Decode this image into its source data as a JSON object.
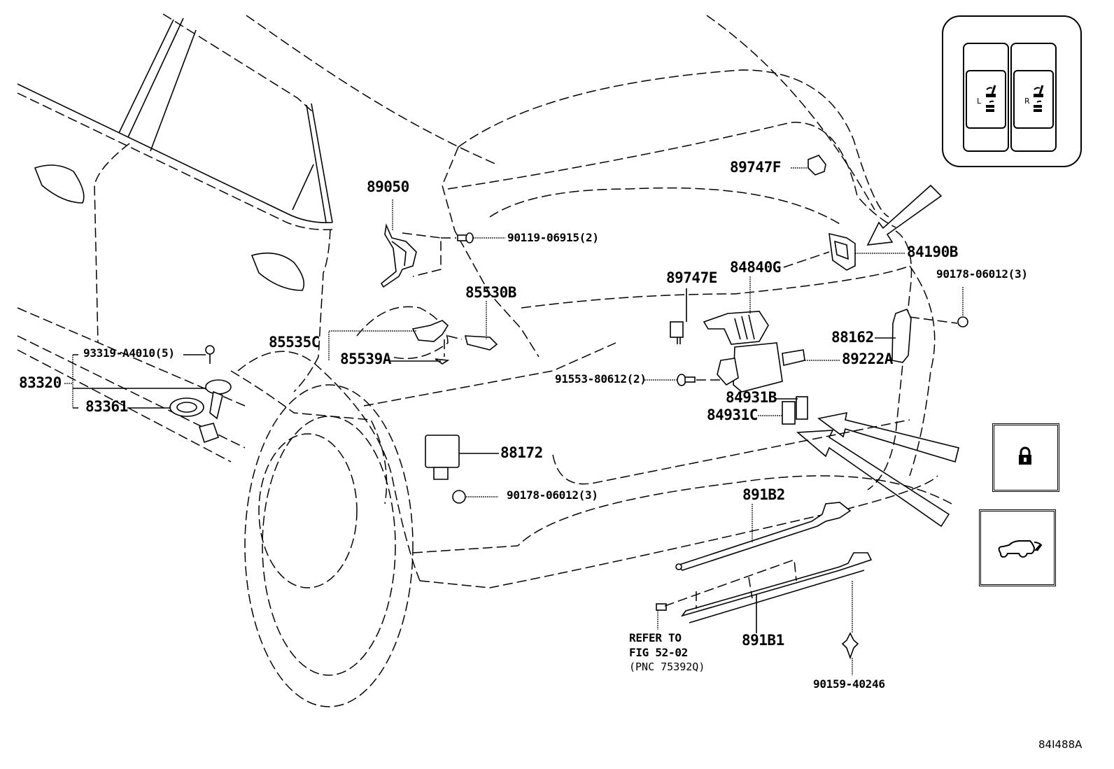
{
  "diagram": {
    "type": "parts-exploded-view",
    "figure_code": "84I488A",
    "labels": {
      "p89050": "89050",
      "p90119": "90119-06915(2)",
      "p89747F": "89747F",
      "p84190B": "84190B",
      "p90178a": "90178-06012(3)",
      "p89747E": "89747E",
      "p84840G": "84840G",
      "p85530B": "85530B",
      "p85535C": "85535C",
      "p85539A": "85539A",
      "p88162": "88162",
      "p93319": "93319-A4010(5)",
      "p83320": "83320",
      "p83361": "83361",
      "p91553": "91553-80612(2)",
      "p89222A": "89222A",
      "p84931B": "84931B",
      "p84931C": "84931C",
      "p88172": "88172",
      "p90178b": "90178-06012(3)",
      "p891B2": "891B2",
      "p891B1": "891B1",
      "p90159": "90159-40246"
    },
    "refer_note": {
      "line1": "REFER TO",
      "line2": "FIG 52-02",
      "line3": "(PNC 75392Q)"
    },
    "insets": {
      "seat_switch": {
        "left_letter": "L",
        "right_letter": "R",
        "icon": "seat-recline-icon"
      },
      "lock_switch": {
        "icon": "padlock-icon"
      },
      "tailgate_switch": {
        "icon": "vehicle-tailgate-icon"
      }
    }
  }
}
